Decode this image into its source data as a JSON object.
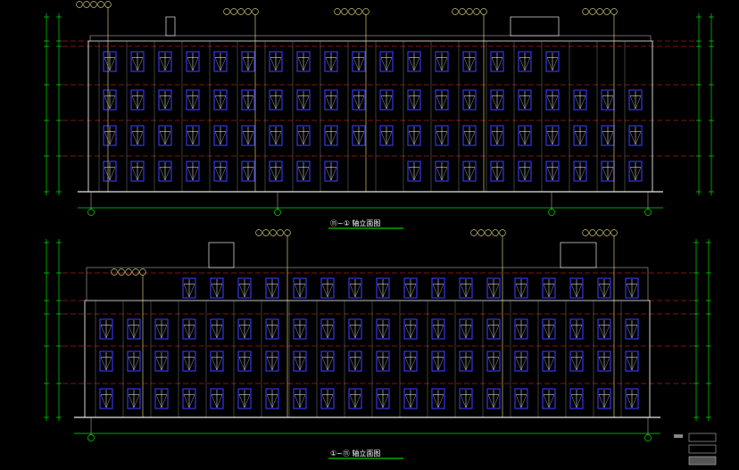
{
  "drawing": {
    "background": "#000000",
    "colors": {
      "outline": "#e8e8e8",
      "window": "#3a3aff",
      "window_inner": "#ffffff",
      "level_line": "#ff2b2b",
      "dimension": "#00e000",
      "leader": "#f0e68c",
      "axis": "#c8c8c8",
      "roof": "#b0b0b0"
    },
    "elevations": [
      {
        "id": "front",
        "title": "⑪~① 轴立面图"
      },
      {
        "id": "rear",
        "title": "①~⑪ 轴立面图"
      }
    ]
  }
}
